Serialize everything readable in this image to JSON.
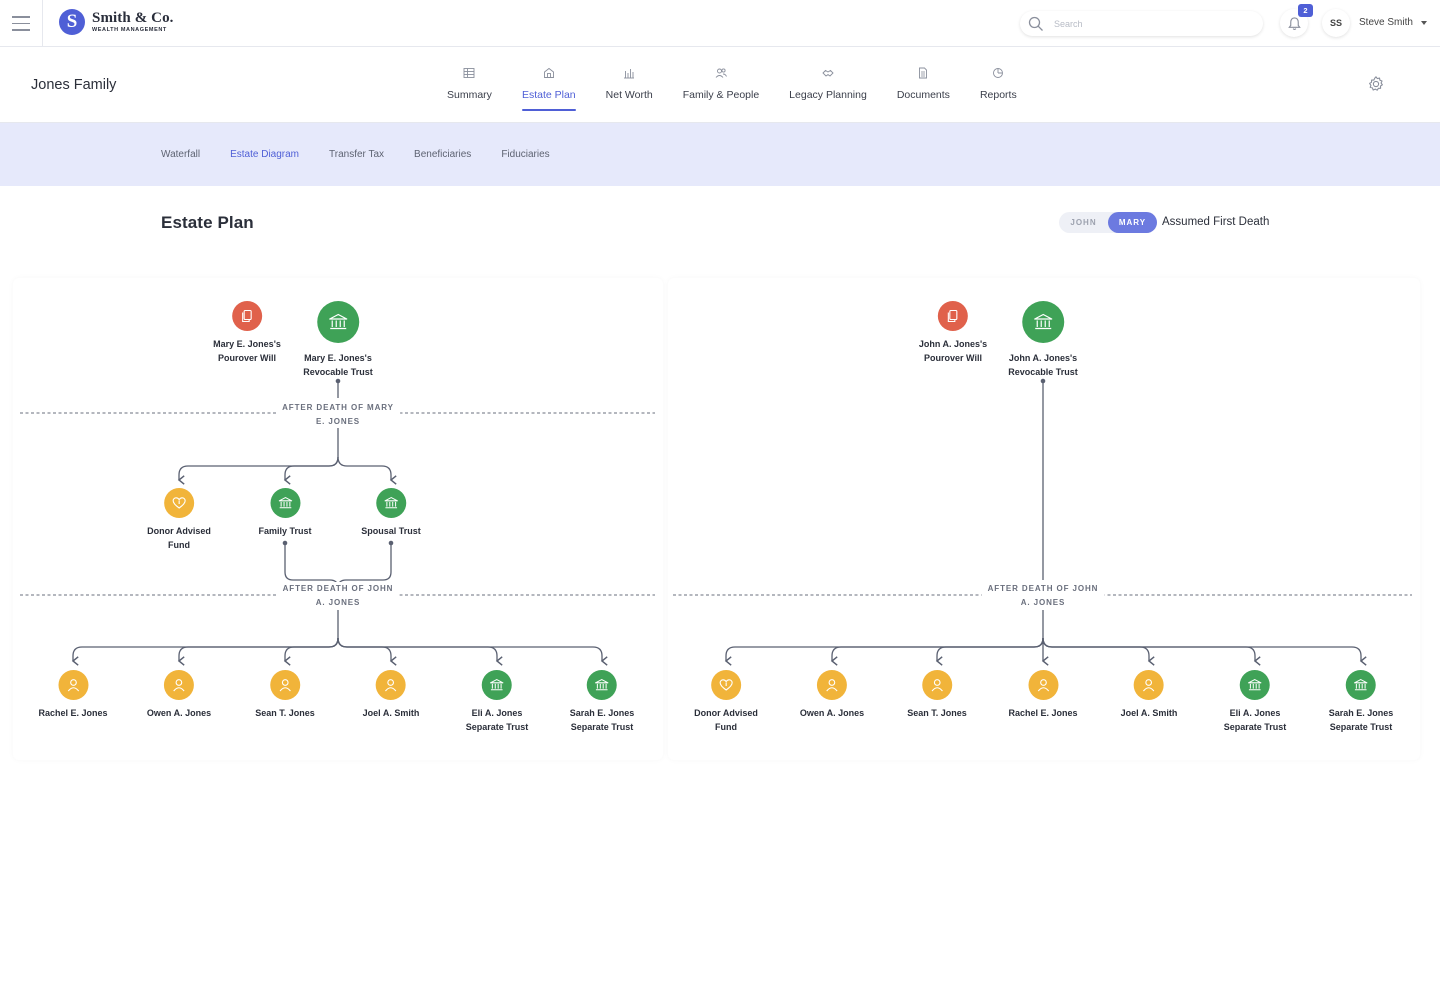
{
  "app": {
    "brand_name": "Smith & Co.",
    "brand_sub": "WEALTH MANAGEMENT",
    "brand_initial": "S",
    "search_placeholder": "Search",
    "notification_count": "2",
    "user_initials": "SS",
    "user_name": "Steve Smith"
  },
  "page": {
    "family_title": "Jones Family",
    "tabs": [
      {
        "label": "Summary",
        "icon": "table-icon"
      },
      {
        "label": "Estate Plan",
        "icon": "building-icon"
      },
      {
        "label": "Net Worth",
        "icon": "bar-chart-icon"
      },
      {
        "label": "Family & People",
        "icon": "people-icon"
      },
      {
        "label": "Legacy Planning",
        "icon": "handshake-icon"
      },
      {
        "label": "Documents",
        "icon": "document-icon"
      },
      {
        "label": "Reports",
        "icon": "pie-chart-icon"
      }
    ],
    "subtabs": [
      "Waterfall",
      "Estate Diagram",
      "Transfer Tax",
      "Beneficiaries",
      "Fiduciaries"
    ]
  },
  "estate": {
    "title": "Estate Plan",
    "toggle": {
      "option_a": "JOHN",
      "option_b": "MARY",
      "selected": "MARY",
      "label": "Assumed First Death"
    },
    "left": {
      "will_1": "Mary E. Jones's",
      "will_2": "Pourover Will",
      "trust_1": "Mary E. Jones's",
      "trust_2": "Revocable Trust",
      "sep1_1": "AFTER DEATH OF MARY",
      "sep1_2": "E. JONES",
      "daf_1": "Donor Advised",
      "daf_2": "Fund",
      "family_trust": "Family Trust",
      "spousal_trust": "Spousal Trust",
      "sep2_1": "AFTER DEATH OF JOHN",
      "sep2_2": "A. JONES",
      "b1": "Rachel E. Jones",
      "b2": "Owen A. Jones",
      "b3": "Sean T. Jones",
      "b4": "Joel A. Smith",
      "b5_1": "Eli A. Jones",
      "b5_2": "Separate Trust",
      "b6_1": "Sarah E. Jones",
      "b6_2": "Separate Trust"
    },
    "right": {
      "will_1": "John A. Jones's",
      "will_2": "Pourover Will",
      "trust_1": "John A. Jones's",
      "trust_2": "Revocable Trust",
      "sep_1": "AFTER DEATH OF JOHN",
      "sep_2": "A. JONES",
      "b1_1": "Donor Advised",
      "b1_2": "Fund",
      "b2": "Owen A. Jones",
      "b3": "Sean T. Jones",
      "b4": "Rachel E. Jones",
      "b5": "Joel A. Smith",
      "b6_1": "Eli A. Jones",
      "b6_2": "Separate Trust",
      "b7_1": "Sarah E. Jones",
      "b7_2": "Separate Trust"
    }
  },
  "colors": {
    "accent": "#4f5fd6",
    "subnav_bg": "#e6e9fb",
    "will_red": "#e0614b",
    "trust_green": "#3fa257",
    "person_yellow": "#f1b43a",
    "connector": "#5a6071"
  }
}
